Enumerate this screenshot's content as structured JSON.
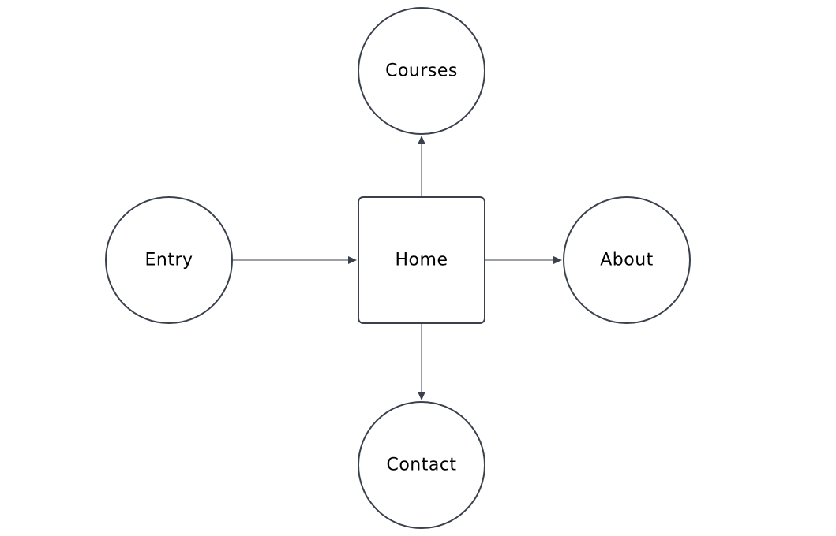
{
  "diagram": {
    "nodes": [
      {
        "id": "courses",
        "label": "Courses",
        "shape": "circle"
      },
      {
        "id": "entry",
        "label": "Entry",
        "shape": "circle"
      },
      {
        "id": "home",
        "label": "Home",
        "shape": "rounded-square"
      },
      {
        "id": "about",
        "label": "About",
        "shape": "circle"
      },
      {
        "id": "contact",
        "label": "Contact",
        "shape": "circle"
      }
    ],
    "edges": [
      {
        "from": "entry",
        "to": "home"
      },
      {
        "from": "home",
        "to": "courses"
      },
      {
        "from": "home",
        "to": "about"
      },
      {
        "from": "home",
        "to": "contact"
      }
    ],
    "colors": {
      "stroke": "#3a414c",
      "text": "#000000",
      "background": "#ffffff"
    }
  }
}
